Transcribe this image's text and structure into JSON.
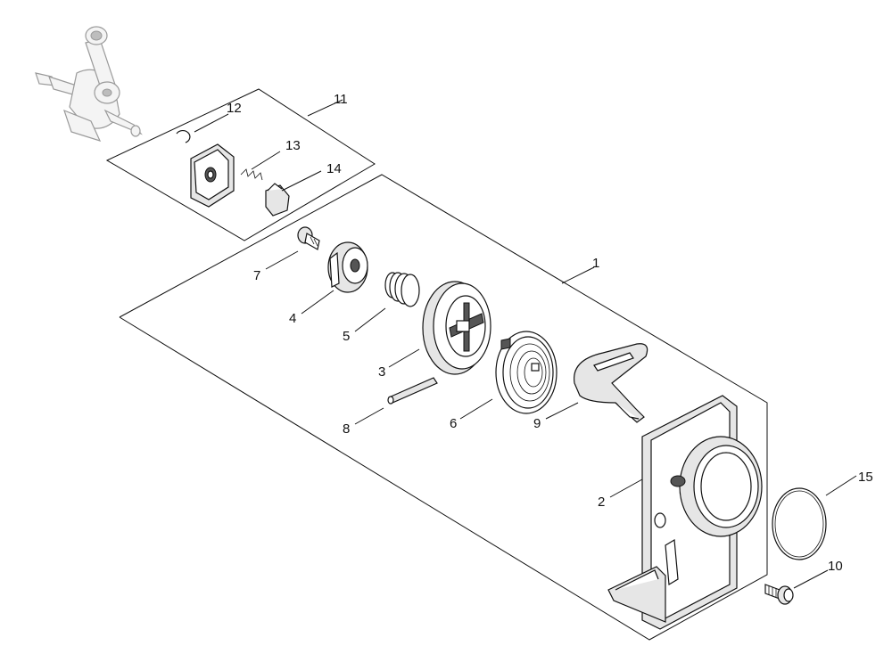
{
  "callouts": {
    "c1": "1",
    "c2": "2",
    "c3": "3",
    "c4": "4",
    "c5": "5",
    "c6": "6",
    "c7": "7",
    "c8": "8",
    "c9": "9",
    "c10": "10",
    "c11": "11",
    "c12": "12",
    "c13": "13",
    "c14": "14",
    "c15": "15"
  },
  "colors": {
    "line": "#111111",
    "ghost": "#9a9a9a",
    "background": "#ffffff"
  }
}
